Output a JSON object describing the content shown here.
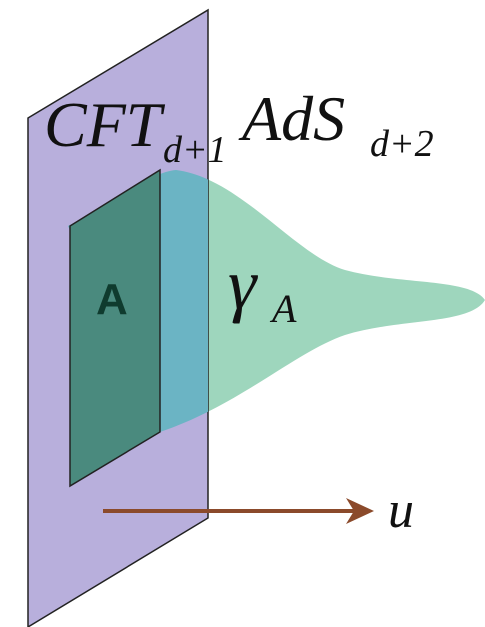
{
  "labels": {
    "boundary_main": "CFT",
    "boundary_sub": "d+1",
    "bulk_main": "AdS",
    "bulk_sub": "d+2",
    "region": "A",
    "surface_main": "γ",
    "surface_sub": "A",
    "direction": "u"
  },
  "colors": {
    "boundary_plane": "#b8afdc",
    "boundary_edge": "#222222",
    "surface_fill": "#9ed6bd",
    "region_fill": "#4a8a7e",
    "overlap_fill": "#6bb4c4",
    "region_label": "#0f3b2e",
    "arrow": "#8b4a2b",
    "text": "#111111"
  }
}
